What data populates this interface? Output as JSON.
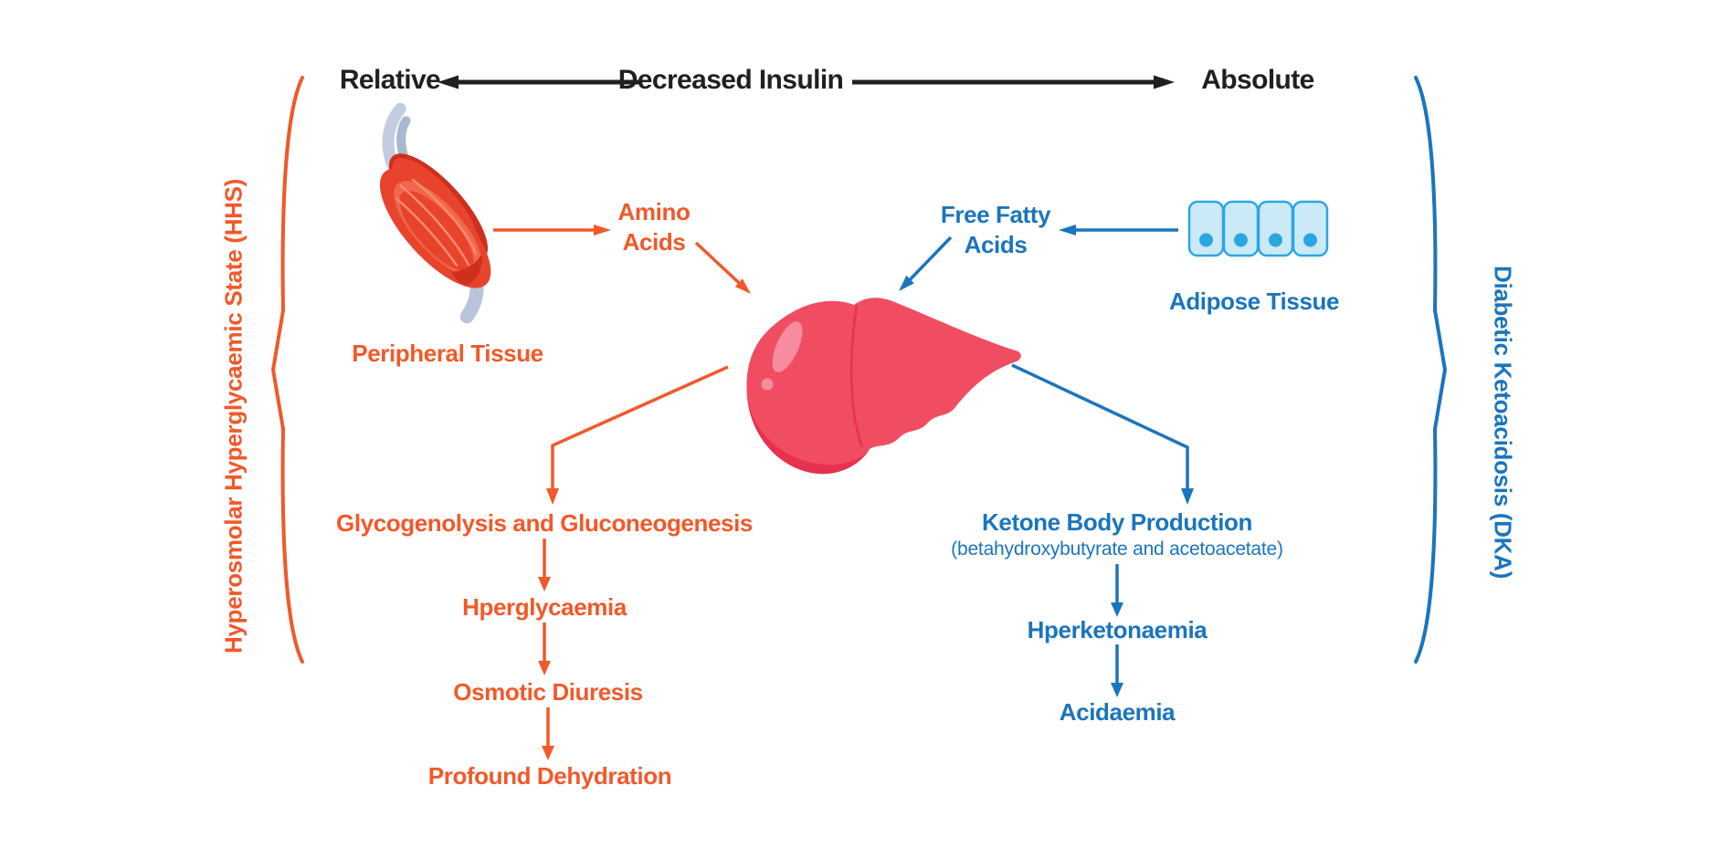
{
  "header": {
    "relative_label": "Relative",
    "center_label": "Decreased Insulin",
    "absolute_label": "Absolute"
  },
  "hhs": {
    "side_label": "Hyperosmolar Hyperglycaemic State (HHS)",
    "accent_color": "#F1592A",
    "tissue_label": "Peripheral Tissue",
    "mediator_line1": "Amino",
    "mediator_line2": "Acids",
    "steps": [
      "Glycogenolysis and Gluconeogenesis",
      "Hperglycaemia",
      "Osmotic Diuresis",
      "Profound Dehydration"
    ]
  },
  "dka": {
    "side_label": "Diabetic Ketoacidosis (DKA)",
    "accent_color": "#1B75BC",
    "tissue_label": "Adipose Tissue",
    "mediator_line1": "Free Fatty",
    "mediator_line2": "Acids",
    "step1_title": "Ketone Body Production",
    "step1_subtitle": "(betahydroxybutyrate and acetoacetate)",
    "steps": [
      "Hperketonaemia",
      "Acidaemia"
    ]
  }
}
